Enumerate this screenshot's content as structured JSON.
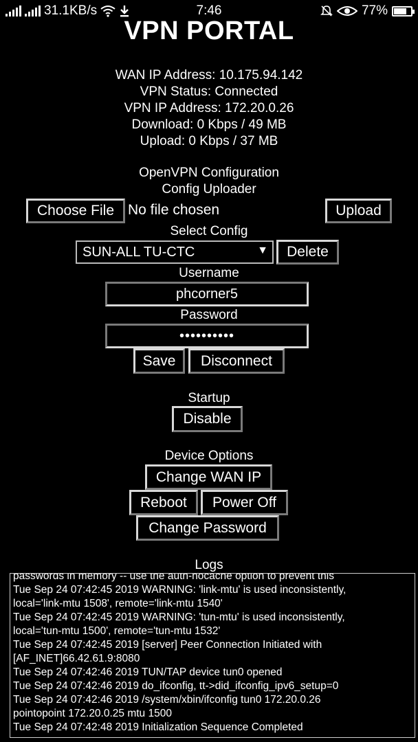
{
  "status_bar": {
    "speed": "31.1KB/s",
    "time": "7:46",
    "battery": "77%"
  },
  "title": "VPN PORTAL",
  "info": {
    "wan_ip": "WAN IP Address: 10.175.94.142",
    "vpn_status": "VPN Status: Connected",
    "vpn_ip": "VPN IP Address: 172.20.0.26",
    "download": "Download: 0 Kbps / 49 MB",
    "upload": "Upload: 0 Kbps / 37 MB"
  },
  "openvpn": {
    "heading": "OpenVPN Configuration",
    "uploader_label": "Config Uploader",
    "choose_file": "Choose File",
    "no_file": "No file chosen",
    "upload": "Upload",
    "select_label": "Select Config",
    "selected_config": "SUN-ALL TU-CTC",
    "delete": "Delete",
    "username_label": "Username",
    "username_value": "phcorner5",
    "password_label": "Password",
    "password_value": "••••••••••",
    "save": "Save",
    "disconnect": "Disconnect"
  },
  "startup": {
    "label": "Startup",
    "toggle": "Disable"
  },
  "device": {
    "label": "Device Options",
    "change_wan_ip": "Change WAN IP",
    "reboot": "Reboot",
    "power_off": "Power Off",
    "change_password": "Change Password"
  },
  "logs": {
    "label": "Logs",
    "lines": [
      "passwords in memory -- use the auth-nocache option to prevent this",
      "Tue Sep 24 07:42:45 2019 WARNING: 'link-mtu' is used inconsistently,",
      "local='link-mtu 1508', remote='link-mtu 1540'",
      "Tue Sep 24 07:42:45 2019 WARNING: 'tun-mtu' is used inconsistently,",
      "local='tun-mtu 1500', remote='tun-mtu 1532'",
      "Tue Sep 24 07:42:45 2019 [server] Peer Connection Initiated with",
      "[AF_INET]66.42.61.9:8080",
      "Tue Sep 24 07:42:46 2019 TUN/TAP device tun0 opened",
      "Tue Sep 24 07:42:46 2019 do_ifconfig, tt->did_ifconfig_ipv6_setup=0",
      "Tue Sep 24 07:42:46 2019 /system/xbin/ifconfig tun0 172.20.0.26",
      "pointopoint 172.20.0.25 mtu 1500",
      "Tue Sep 24 07:42:48 2019 Initialization Sequence Completed"
    ]
  }
}
